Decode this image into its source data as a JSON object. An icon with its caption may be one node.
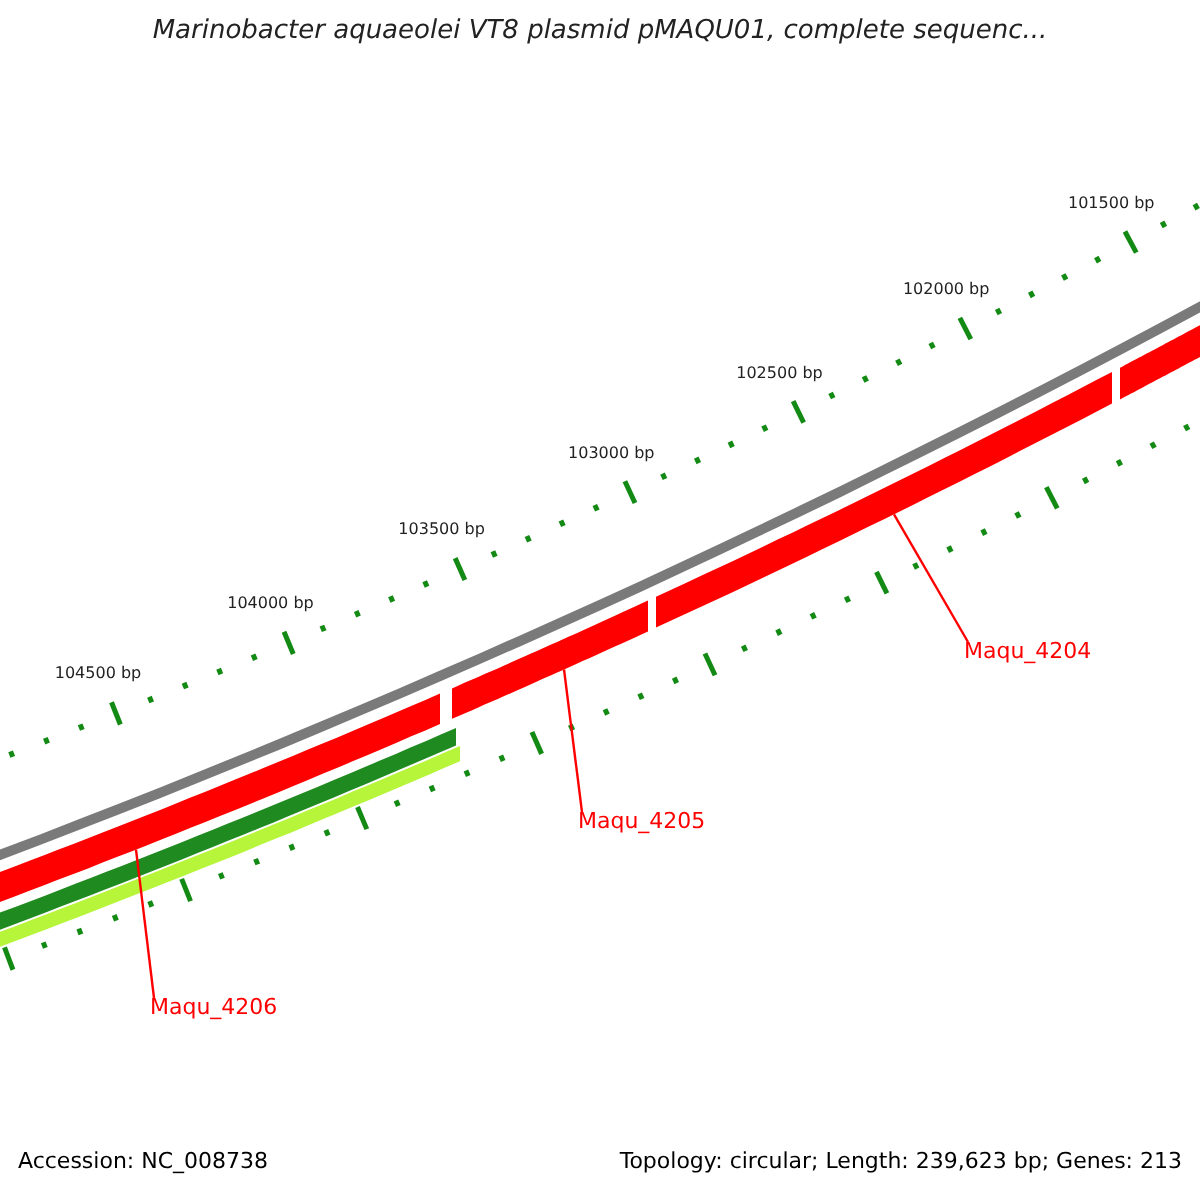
{
  "diagram": {
    "title": "Marinobacter aquaeolei VT8 plasmid pMAQU01, complete sequenc...",
    "nodes": [
      {
        "text": [
          "Maqu_4204"
        ]
      },
      {
        "text": [
          "Maqu_4205"
        ]
      },
      {
        "text": [
          "Maqu_4206"
        ]
      },
      {
        "text": [],
        "shape": "bar"
      },
      {
        "text": [],
        "shape": "bar"
      },
      {
        "text": [],
        "shape": "bar"
      },
      {
        "text": [],
        "shape": "bar"
      },
      {
        "text": [],
        "shape": "bar"
      },
      {
        "text": [],
        "shape": "bar"
      }
    ],
    "edges": [
      {
        "from": 0,
        "to": 5,
        "arrow": "none"
      },
      {
        "from": 1,
        "to": 4,
        "arrow": "none"
      },
      {
        "from": 2,
        "to": 3,
        "arrow": "none"
      }
    ],
    "labels": [
      "101500 bp",
      "102000 bp",
      "102500 bp",
      "103000 bp",
      "103500 bp",
      "104000 bp",
      "104500 bp",
      "Accession: NC_008738",
      "Topology: circular; Length: 239,623 bp; Genes: 213"
    ]
  }
}
